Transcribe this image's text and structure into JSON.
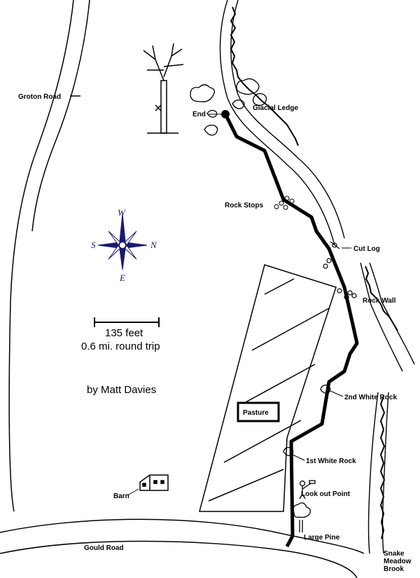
{
  "labels": {
    "groton_road": "Groton Road",
    "gould_road": "Gould Road",
    "end": "End",
    "glacial_ledge": "Glacial Ledge",
    "rock_stops": "Rock Stops",
    "cut_log": "Cut Log",
    "rock_wall": "Rock Wall",
    "second_white_rock": "2nd White Rock",
    "first_white_rock": "1st White Rock",
    "look_out_point": "Look out Point",
    "large_pine": "Large Pine",
    "barn": "Barn",
    "pasture": "Pasture",
    "brook_line1": "Snake",
    "brook_line2": "Meadow",
    "brook_line3": "Brook"
  },
  "scale": {
    "distance": "135 feet",
    "round_trip": "0.6 mi. round trip"
  },
  "author": "by Matt Davies",
  "compass": {
    "w": "W",
    "n": "N",
    "e": "E",
    "s": "S"
  },
  "colors": {
    "ink": "#000000",
    "compass": "#1a1a6e",
    "paper": "#ffffff"
  }
}
